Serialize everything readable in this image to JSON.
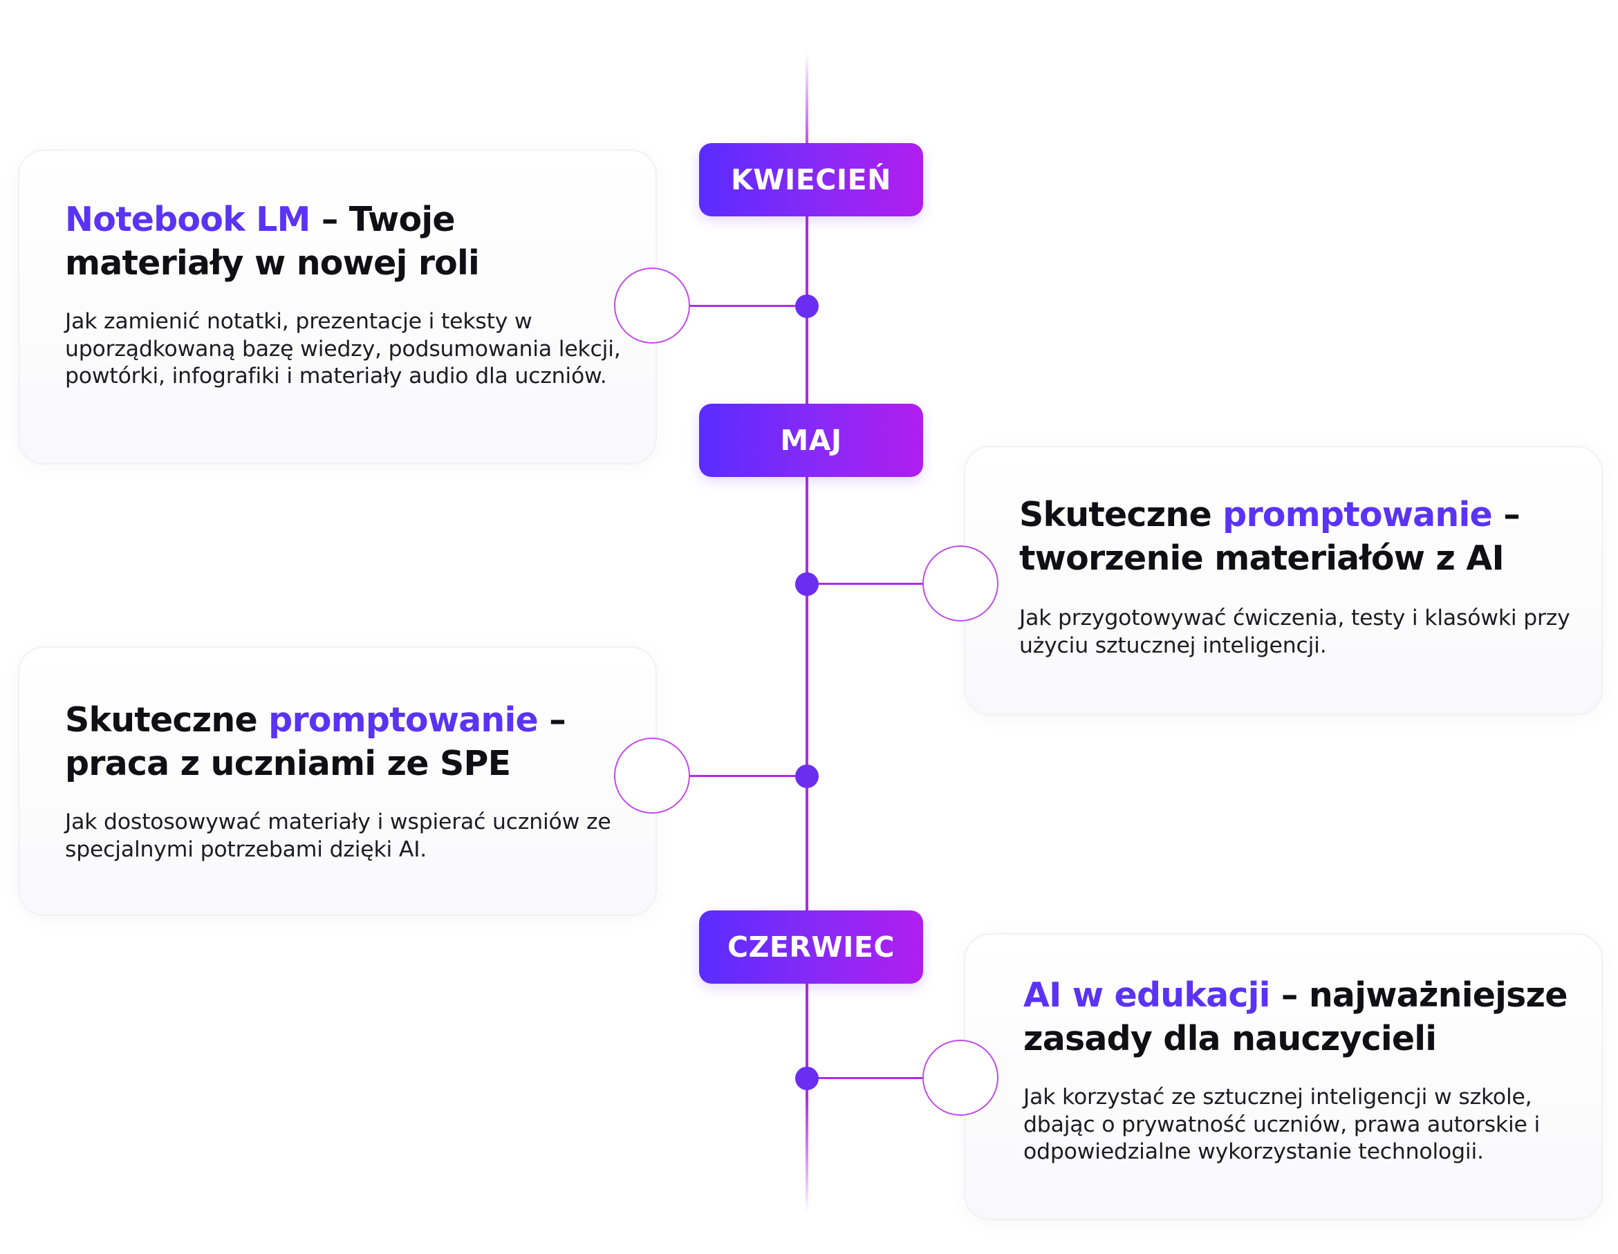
{
  "colors": {
    "accent_text": "#5a33f4",
    "line": "#b02ae6",
    "dot": "#6a2ef0",
    "badge_gradient_start": "#5a2cff",
    "badge_gradient_end": "#b01ef0"
  },
  "months": [
    {
      "label": "KWIECIEŃ"
    },
    {
      "label": "MAJ"
    },
    {
      "label": "CZERWIEC"
    }
  ],
  "events": [
    {
      "title_accent": "Notebook LM",
      "title_rest": " – Twoje materiały w nowej roli",
      "description": "Jak zamienić notatki, prezentacje i teksty w uporządkowaną bazę wiedzy, podsumowania lekcji, powtórki, infografiki i materiały audio dla uczniów."
    },
    {
      "title_start": "Skuteczne ",
      "title_accent": "promptowanie",
      "title_rest": " – tworzenie materiałów z AI",
      "description": "Jak przygotowywać ćwiczenia, testy i klasówki przy użyciu sztucznej inteligencji."
    },
    {
      "title_start": "Skuteczne ",
      "title_accent": "promptowanie",
      "title_rest": " – praca z uczniami ze SPE",
      "description": "Jak dostosowywać materiały i wspierać uczniów ze specjalnymi potrzebami dzięki AI."
    },
    {
      "title_accent": "AI w edukacji",
      "title_rest": " – najważniejsze zasady dla nauczycieli",
      "description": "Jak korzystać ze sztucznej inteligencji w szkole, dbając o prywatność uczniów, prawa autorskie i odpowiedzialne wykorzystanie technologii."
    }
  ]
}
